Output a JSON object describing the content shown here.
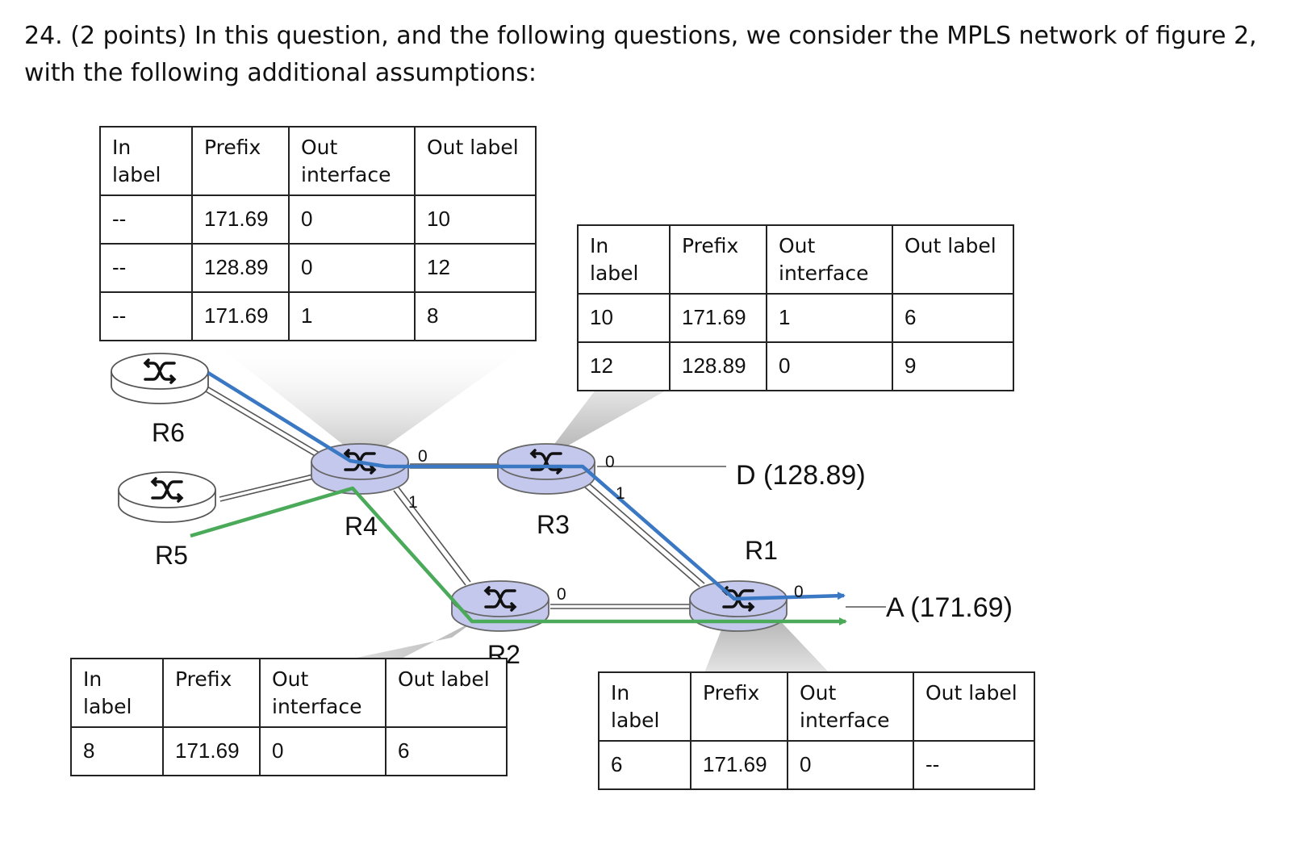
{
  "question": "24. (2 points) In this question, and the following questions, we consider the MPLS network of figure 2, with the following additional assumptions:",
  "table_headers": [
    "In label",
    "Prefix",
    "Out interface",
    "Out label"
  ],
  "tables": {
    "r4": {
      "router": "R4",
      "rows": [
        {
          "in_label": "--",
          "prefix": "171.69",
          "out_interface": "0",
          "out_label": "10"
        },
        {
          "in_label": "--",
          "prefix": "128.89",
          "out_interface": "0",
          "out_label": "12"
        },
        {
          "in_label": "--",
          "prefix": "171.69",
          "out_interface": "1",
          "out_label": "8"
        }
      ]
    },
    "r3": {
      "router": "R3",
      "rows": [
        {
          "in_label": "10",
          "prefix": "171.69",
          "out_interface": "1",
          "out_label": "6"
        },
        {
          "in_label": "12",
          "prefix": "128.89",
          "out_interface": "0",
          "out_label": "9"
        }
      ]
    },
    "r2": {
      "router": "R2",
      "rows": [
        {
          "in_label": "8",
          "prefix": "171.69",
          "out_interface": "0",
          "out_label": "6"
        }
      ]
    },
    "r1": {
      "router": "R1",
      "rows": [
        {
          "in_label": "6",
          "prefix": "171.69",
          "out_interface": "0",
          "out_label": "--"
        }
      ]
    }
  },
  "routers": {
    "r1": {
      "label": "R1",
      "style": "label-switching"
    },
    "r2": {
      "label": "R2",
      "style": "label-switching"
    },
    "r3": {
      "label": "R3",
      "style": "label-switching"
    },
    "r4": {
      "label": "R4",
      "style": "label-switching"
    },
    "r5": {
      "label": "R5",
      "style": "plain"
    },
    "r6": {
      "label": "R6",
      "style": "plain"
    }
  },
  "interfaces": {
    "r4_if0": "0",
    "r4_if1": "1",
    "r3_if0": "0",
    "r3_if1": "1",
    "r2_if0": "0",
    "r1_if0": "0"
  },
  "destinations": {
    "d": "D (128.89)",
    "a": "A (171.69)"
  },
  "paths": {
    "blue": {
      "color": "#3a78c4",
      "route": [
        "R6",
        "R4",
        "R3",
        "R1",
        "A"
      ]
    },
    "green": {
      "color": "#4aaa5a",
      "route": [
        "R5",
        "R4",
        "R2",
        "R1",
        "A"
      ]
    }
  },
  "colors": {
    "router_mpls_fill": "#c4c8ec",
    "router_plain_fill": "#ffffff",
    "callout_gray": "#dcdcdc"
  }
}
